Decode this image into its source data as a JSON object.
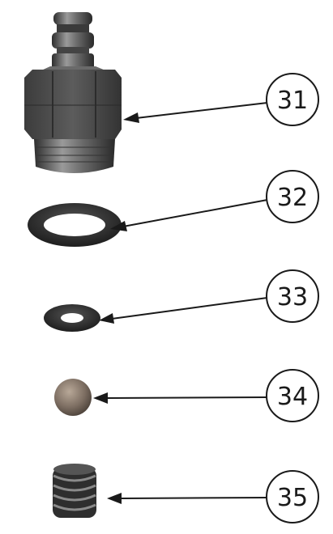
{
  "callouts": [
    {
      "id": "fitting",
      "label": "31"
    },
    {
      "id": "oring-large",
      "label": "32"
    },
    {
      "id": "oring-small",
      "label": "33"
    },
    {
      "id": "ball",
      "label": "34"
    },
    {
      "id": "spring",
      "label": "35"
    }
  ],
  "colors": {
    "part_dark": "#3a3a3a",
    "part_mid": "#6e6e6e",
    "part_light": "#a8a8a8",
    "ball": "#8a7a6e",
    "line": "#1a1a1a"
  }
}
